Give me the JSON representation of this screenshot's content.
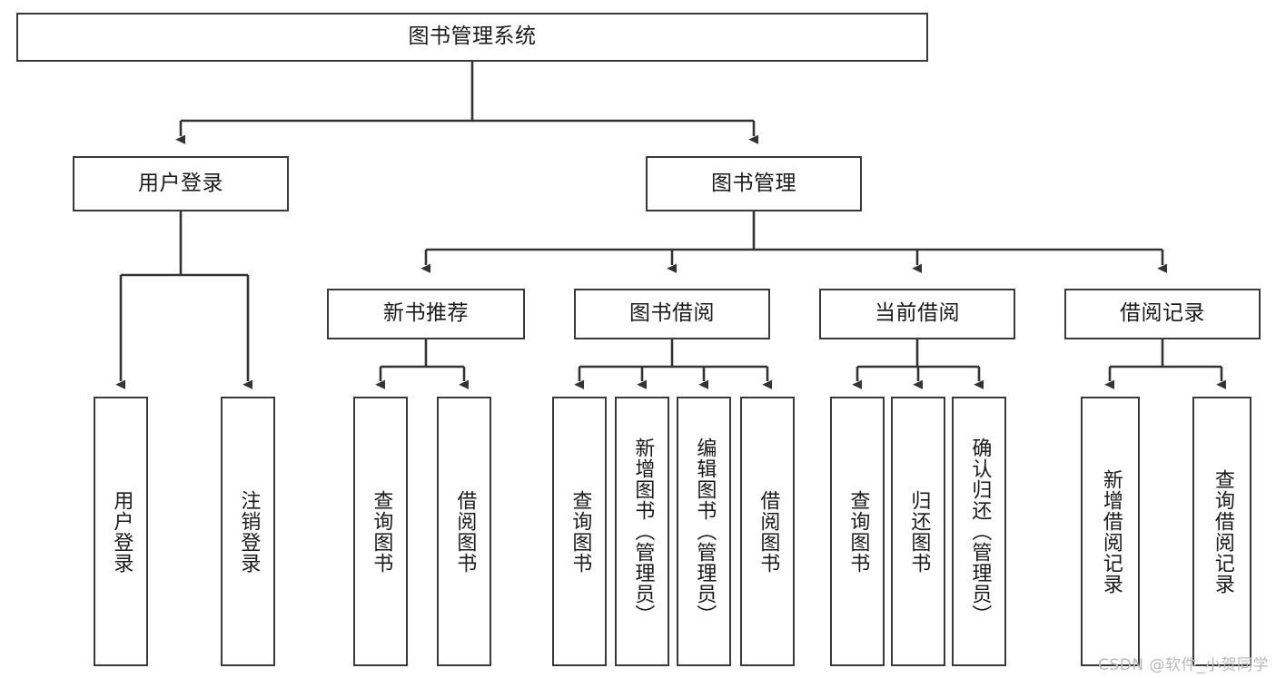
{
  "diagram": {
    "type": "tree-hierarchy-chart",
    "title": "图书管理系统",
    "colors": {
      "box_border": "#3a3a3a",
      "box_fill": "#ffffff",
      "connector": "#333333",
      "text": "#1a1a1a",
      "watermark": "#b9b9b9"
    },
    "nodes": {
      "root": {
        "label": "图书管理系统",
        "orientation": "horizontal"
      },
      "level1": [
        {
          "id": "user-login",
          "label": "用户登录",
          "orientation": "horizontal"
        },
        {
          "id": "book-management",
          "label": "图书管理",
          "orientation": "horizontal"
        }
      ],
      "level2": [
        {
          "id": "new-book-recommend",
          "label": "新书推荐",
          "orientation": "horizontal",
          "parent": "book-management"
        },
        {
          "id": "book-borrow",
          "label": "图书借阅",
          "orientation": "horizontal",
          "parent": "book-management"
        },
        {
          "id": "current-borrow",
          "label": "当前借阅",
          "orientation": "horizontal",
          "parent": "book-management"
        },
        {
          "id": "borrow-record",
          "label": "借阅记录",
          "orientation": "horizontal",
          "parent": "book-management"
        }
      ],
      "leaves": [
        {
          "id": "leaf-user-login",
          "label": "用户登录",
          "orientation": "vertical",
          "parent": "user-login"
        },
        {
          "id": "leaf-logout",
          "label": "注销登录",
          "orientation": "vertical",
          "parent": "user-login"
        },
        {
          "id": "leaf-query-book-1",
          "label": "查询图书",
          "orientation": "vertical",
          "parent": "new-book-recommend"
        },
        {
          "id": "leaf-borrow-book-1",
          "label": "借阅图书",
          "orientation": "vertical",
          "parent": "new-book-recommend"
        },
        {
          "id": "leaf-query-book-2",
          "label": "查询图书",
          "orientation": "vertical",
          "parent": "book-borrow"
        },
        {
          "id": "leaf-add-book",
          "label": "新增图书（管理员）",
          "orientation": "vertical",
          "parent": "book-borrow"
        },
        {
          "id": "leaf-edit-book",
          "label": "编辑图书（管理员）",
          "orientation": "vertical",
          "parent": "book-borrow"
        },
        {
          "id": "leaf-borrow-book-2",
          "label": "借阅图书",
          "orientation": "vertical",
          "parent": "book-borrow"
        },
        {
          "id": "leaf-query-book-3",
          "label": "查询图书",
          "orientation": "vertical",
          "parent": "current-borrow"
        },
        {
          "id": "leaf-return-book",
          "label": "归还图书",
          "orientation": "vertical",
          "parent": "current-borrow"
        },
        {
          "id": "leaf-confirm-return",
          "label": "确认归还（管理员）",
          "orientation": "vertical",
          "parent": "current-borrow"
        },
        {
          "id": "leaf-add-record",
          "label": "新增借阅记录",
          "orientation": "vertical",
          "parent": "borrow-record"
        },
        {
          "id": "leaf-query-record",
          "label": "查询借阅记录",
          "orientation": "vertical",
          "parent": "borrow-record"
        }
      ]
    }
  },
  "watermark": {
    "text": "CSDN @软件_小贺同学"
  }
}
